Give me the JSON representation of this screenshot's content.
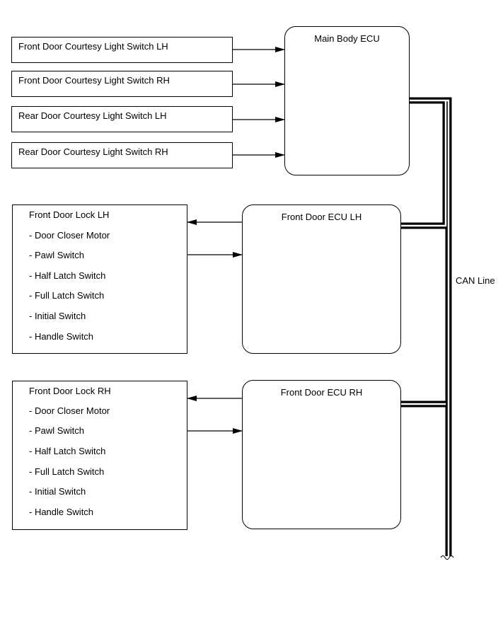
{
  "switches": [
    "Front Door Courtesy Light Switch LH",
    "Front Door Courtesy Light Switch RH",
    "Rear Door Courtesy Light Switch LH",
    "Rear Door Courtesy Light Switch RH"
  ],
  "main_ecu": {
    "title": "Main Body ECU"
  },
  "ecu_lh": {
    "title": "Front Door ECU LH"
  },
  "ecu_rh": {
    "title": "Front Door ECU RH"
  },
  "lock_lh": {
    "title": "Front Door Lock LH",
    "items": [
      "- Door Closer Motor",
      "- Pawl Switch",
      "- Half Latch Switch",
      "- Full Latch Switch",
      "- Initial Switch",
      "- Handle Switch"
    ]
  },
  "lock_rh": {
    "title": "Front Door Lock RH",
    "items": [
      "- Door Closer Motor",
      "- Pawl Switch",
      "- Half Latch Switch",
      "- Full Latch Switch",
      "- Initial Switch",
      "- Handle Switch"
    ]
  },
  "bus": {
    "label": "CAN Line"
  }
}
